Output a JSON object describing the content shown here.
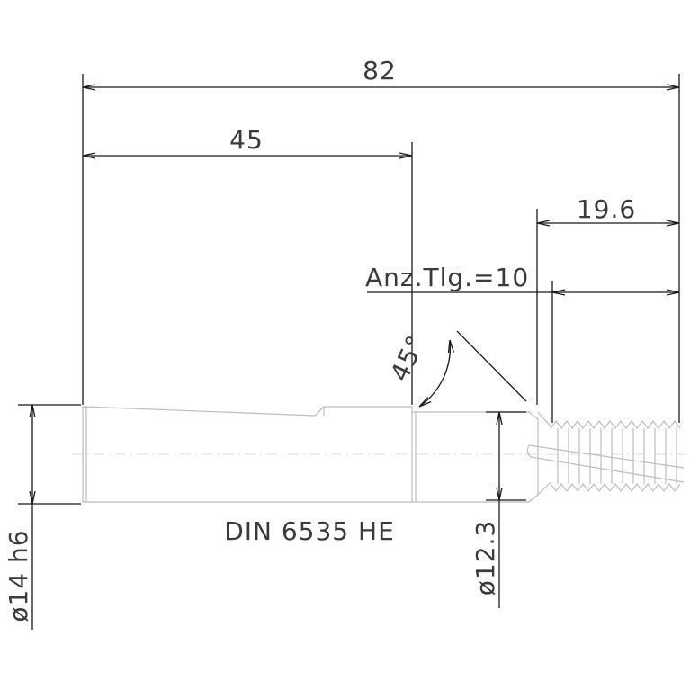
{
  "dimensions": {
    "overall_length": "82",
    "shank_length": "45",
    "thread_length": "19.6",
    "angle": "45°",
    "number_of_teeth": "Anz.Tlg.=10",
    "shank_diameter": "ø14 h6",
    "neck_diameter": "ø12.3"
  },
  "standard_label": "DIN 6535 HE",
  "colors": {
    "dimension_lines": "#1a1a1a",
    "part_outline": "#bdbdbd",
    "text": "#3a3a3a"
  }
}
